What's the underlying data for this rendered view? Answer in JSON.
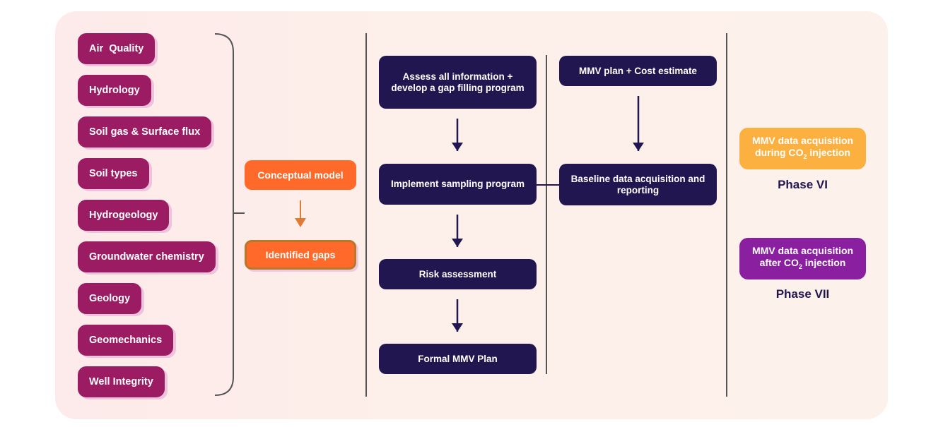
{
  "inputs": [
    "Air  Quality",
    "Hydrology",
    "Soil gas & Surface flux",
    "Soil types",
    "Hydrogeology",
    "Groundwater chemistry",
    "Geology",
    "Geomechanics",
    "Well Integrity"
  ],
  "model": {
    "conceptual": "Conceptual model",
    "gaps": "Identified gaps"
  },
  "workflow": {
    "assess": "Assess all information + develop a gap filling program",
    "implement": "Implement sampling program",
    "risk": "Risk assessment",
    "formal": "Formal MMV Plan"
  },
  "baseline": {
    "mmv_plan": "MMV plan + Cost estimate",
    "baseline": "Baseline data acquisition and reporting"
  },
  "phases": {
    "during_prefix": "MMV data acquisition during CO",
    "during_sub": "2",
    "during_suffix": " injection",
    "phase6": "Phase VI",
    "after_prefix": "MMV data acquisition after CO",
    "after_sub": "2",
    "after_suffix": " injection",
    "phase7": "Phase VII"
  },
  "colors": {
    "input_pill": "#9b1c63",
    "dark_box": "#221650",
    "orange_box": "#ff6a2a",
    "phase6_box": "#fbb040",
    "phase7_box": "#8a1fa0",
    "background": "#fdeeea"
  }
}
